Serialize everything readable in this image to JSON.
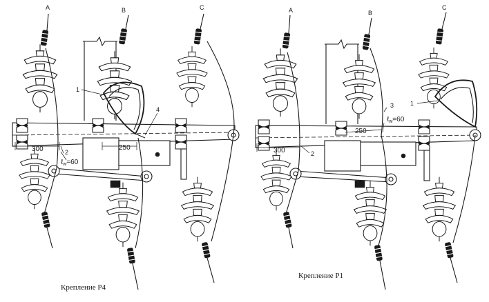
{
  "diagrams": [
    {
      "caption": "Крепление Р4",
      "phases": [
        "A",
        "B",
        "C"
      ],
      "dims": {
        "d300": "300",
        "d250": "250",
        "lw": "ℓ",
        "lw_sub": "w",
        "lw_val": "=60"
      },
      "markers": [
        "1",
        "2",
        "4"
      ]
    },
    {
      "caption": "Крепление Р1",
      "phases": [
        "A",
        "B",
        "C"
      ],
      "dims": {
        "d300": "300",
        "d250": "250",
        "lw": "ℓ",
        "lw_sub": "w",
        "lw_val": "=60"
      },
      "markers": [
        "1",
        "2",
        "3"
      ]
    }
  ]
}
